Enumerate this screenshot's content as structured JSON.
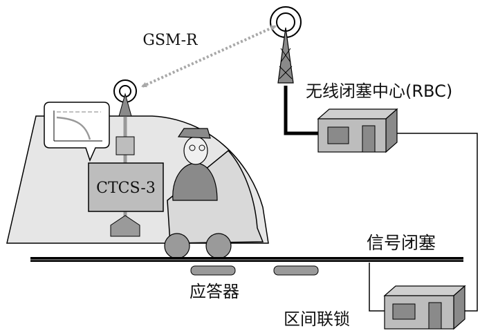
{
  "labels": {
    "gsm_r": "GSM-R",
    "rbc": "无线闭塞中心(RBC)",
    "ctcs3": "CTCS-3",
    "signal_block": "信号闭塞",
    "balise": "应答器",
    "interlocking": "区间联锁"
  },
  "colors": {
    "train_body": "#e6e6e6",
    "box_fill": "#bdbdbd",
    "box_dark": "#8a8a8a",
    "line": "#000000",
    "dotted_link": "#a8a8a8"
  },
  "icons": {
    "train_antenna": "antenna-icon",
    "tower": "radio-tower-icon",
    "driver": "driver-icon",
    "speed_curve": "speed-curve-icon",
    "rbc_unit": "equipment-box-icon",
    "interlocking_unit": "equipment-box-icon"
  }
}
